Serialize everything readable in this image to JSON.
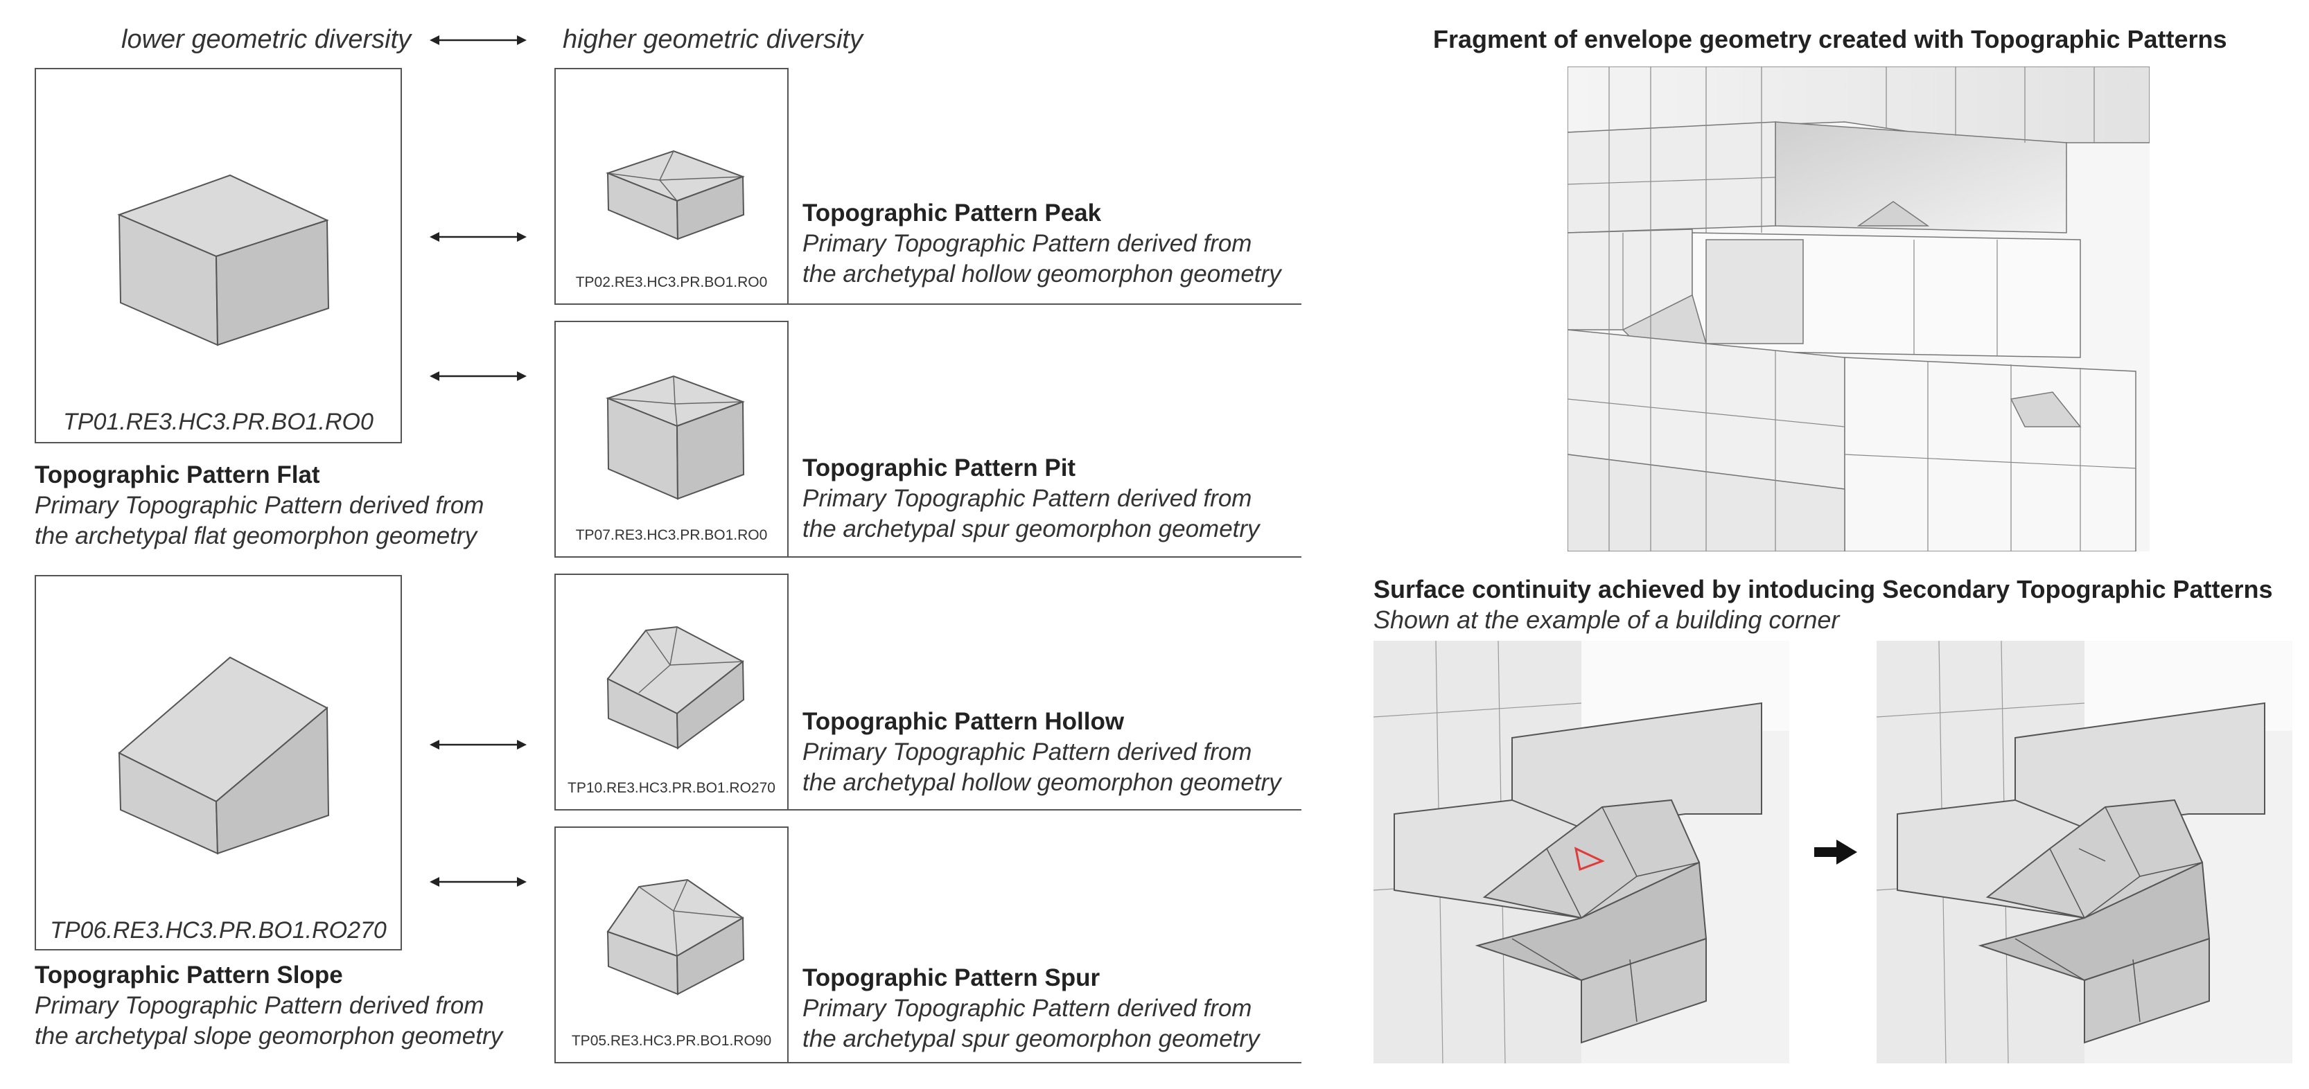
{
  "header": {
    "lower_label": "lower geometric diversity",
    "higher_label": "higher geometric diversity"
  },
  "primary": [
    {
      "code": "TP01.RE3.HC3.PR.BO1.RO0",
      "title": "Topographic Pattern Flat",
      "desc_line1": "Primary Topographic Pattern derived from",
      "desc_line2": "the archetypal flat geomorphon geometry"
    },
    {
      "code": "TP06.RE3.HC3.PR.BO1.RO270",
      "title": "Topographic Pattern Slope",
      "desc_line1": "Primary Topographic Pattern derived from",
      "desc_line2": "the archetypal slope geomorphon geometry"
    }
  ],
  "variants": [
    {
      "code": "TP02.RE3.HC3.PR.BO1.RO0",
      "title": "Topographic Pattern Peak",
      "desc_line1": "Primary Topographic Pattern derived from",
      "desc_line2": "the archetypal hollow geomorphon geometry"
    },
    {
      "code": "TP07.RE3.HC3.PR.BO1.RO0",
      "title": "Topographic Pattern Pit",
      "desc_line1": "Primary Topographic Pattern derived from",
      "desc_line2": "the archetypal spur geomorphon geometry"
    },
    {
      "code": "TP10.RE3.HC3.PR.BO1.RO270",
      "title": "Topographic Pattern Hollow",
      "desc_line1": "Primary Topographic Pattern derived from",
      "desc_line2": "the archetypal hollow geomorphon geometry"
    },
    {
      "code": "TP05.RE3.HC3.PR.BO1.RO90",
      "title": "Topographic Pattern Spur",
      "desc_line1": "Primary Topographic Pattern derived from",
      "desc_line2": "the archetypal spur geomorphon geometry"
    }
  ],
  "right": {
    "fragment_title": "Fragment of envelope geometry created with Topographic Patterns",
    "continuity_title": "Surface continuity achieved by intoducing Secondary Topographic Patterns",
    "continuity_subtitle": "Shown at the example of a building corner"
  },
  "colors": {
    "box_face_top": "#d9d9d9",
    "box_face_left": "#cfcfcf",
    "box_face_right": "#c4c4c4",
    "outline": "#555555",
    "highlight": "#e03a3a"
  }
}
